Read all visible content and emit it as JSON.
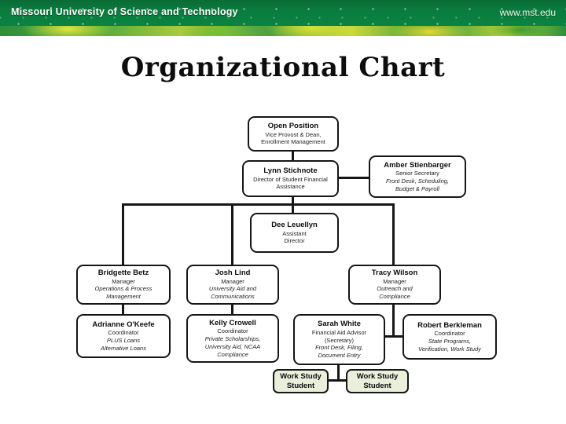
{
  "header": {
    "university": "Missouri University of Science and Technology",
    "website": "www.mst.edu"
  },
  "slide": {
    "title": "Organizational Chart"
  },
  "org_chart": {
    "nodes": {
      "open_position": {
        "name": "Open Position",
        "role": "Vice Provost & Dean,\nEnrollment Management",
        "duties": ""
      },
      "lynn": {
        "name": "Lynn Stichnote",
        "role": "Director of Student Financial\nAssistance",
        "duties": ""
      },
      "amber": {
        "name": "Amber Stienbarger",
        "role": "Senior Secretary",
        "duties": "Front Desk, Scheduling,\nBudget & Payroll"
      },
      "dee": {
        "name": "Dee Leuellyn",
        "role": "Assistant\nDirector",
        "duties": ""
      },
      "bridgette": {
        "name": "Bridgette Betz",
        "role": "Manager",
        "duties": "Operations & Process\nManagement"
      },
      "josh": {
        "name": "Josh Lind",
        "role": "Manager",
        "duties": "University Aid and\nCommunications"
      },
      "tracy": {
        "name": "Tracy Wilson",
        "role": "Manager",
        "duties": "Outreach and\nCompliance"
      },
      "adrianne": {
        "name": "Adrianne O'Keefe",
        "role": "Coordinator",
        "duties": "PLUS Loans\nAlternative Loans"
      },
      "kelly": {
        "name": "Kelly Crowell",
        "role": "Coordinator",
        "duties": "Private Scholarships,\nUniversity Aid, NCAA\nCompliance"
      },
      "sarah": {
        "name": "Sarah White",
        "role": "Financial Aid Advisor\n(Secretary)",
        "duties": "Front Desk, Filing,\nDocument Entry"
      },
      "robert": {
        "name": "Robert Berkleman",
        "role": "Coordinator",
        "duties": "State Programs,\nVerification, Work Study"
      },
      "work_study_1": {
        "name": "Work Study\nStudent"
      },
      "work_study_2": {
        "name": "Work Study\nStudent"
      }
    }
  },
  "colors": {
    "header_green": "#0a7c3e",
    "strip_yellow_green": "#c8d93c",
    "leaf_node_fill": "#e9efdb",
    "line_black": "#161616"
  }
}
